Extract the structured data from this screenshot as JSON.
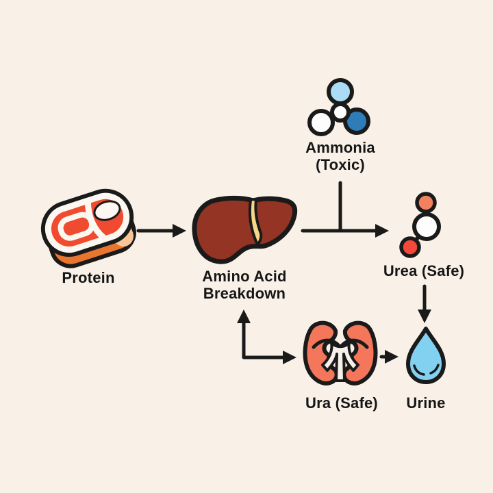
{
  "diagram": {
    "title": "Protein metabolism urea cycle diagram",
    "background": "#F9F1E7",
    "labels": {
      "protein": "Protein",
      "liver_line1": "Amino Acid",
      "liver_line2": "Breakdown",
      "ammonia_line1": "Ammonia",
      "ammonia_line2": "(Toxic)",
      "urea": "Urea (Safe)",
      "kidneys": "Ura (Safe)",
      "urine": "Urine"
    },
    "icons": {
      "protein": "steak-icon",
      "liver": "liver-icon",
      "ammonia": "ammonia-molecule-icon",
      "urea": "urea-molecule-icon",
      "kidneys": "kidneys-icon",
      "urine": "water-drop-icon"
    },
    "colors": {
      "outline": "#1A1A1A",
      "text": "#161616",
      "meat_red": "#F04A30",
      "meat_rim_white": "#FCF8F1",
      "meat_side_orange": "#E8762F",
      "meat_side_light": "#F8C49A",
      "liver_brown": "#933425",
      "gallbladder_yellow": "#F6D78A",
      "ammonia_light_blue": "#ABDCF5",
      "ammonia_dark_blue": "#2E7CB8",
      "molecule_white": "#FDFDFE",
      "urea_orange": "#F2825F",
      "urea_red": "#F4483A",
      "kidney_coral": "#F4775B",
      "pelvis_white": "#F6F0E8",
      "urine_blue": "#82D1F1"
    },
    "flow": [
      {
        "from": "Protein",
        "to": "Amino Acid Breakdown"
      },
      {
        "from": "Amino Acid Breakdown",
        "to": "Urea (Safe)"
      },
      {
        "from": "Ammonia (Toxic)",
        "to": "Urea (Safe)"
      },
      {
        "from": "Urea (Safe)",
        "to": "Urine"
      },
      {
        "from": "Ura (Safe)",
        "to": "Urine"
      },
      {
        "from": "junction",
        "to": "Amino Acid Breakdown"
      },
      {
        "from": "junction",
        "to": "Ura (Safe)"
      }
    ]
  }
}
